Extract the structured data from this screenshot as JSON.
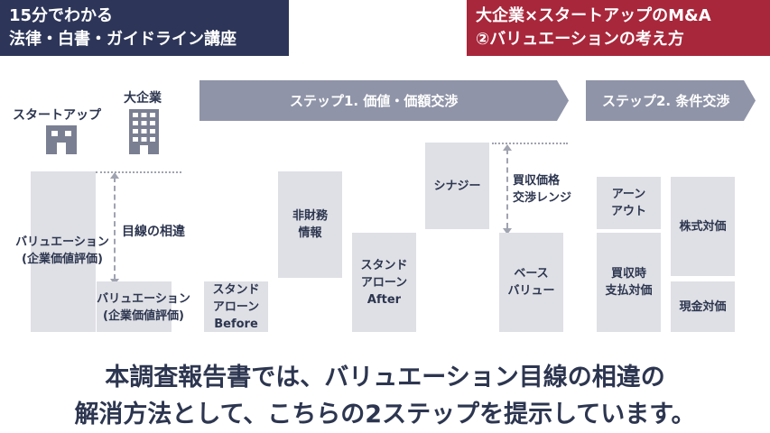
{
  "header": {
    "left_line1": "15分でわかる",
    "left_line2": "法律・白書・ガイドライン講座",
    "right_line1": "大企業×スタートアップのM&A",
    "right_line2": "②バリュエーションの考え方"
  },
  "steps": {
    "step1": "ステップ1. 価値・価額交渉",
    "step2": "ステップ2. 条件交渉"
  },
  "labels": {
    "startup": "スタートアップ",
    "big_company": "大企業",
    "gap": "目線の相違",
    "range": "買収価格\n交渉レンジ"
  },
  "blocks": {
    "valuation_startup": "バリュエーション\n(企業価値評価)",
    "valuation_big": "バリュエーション\n(企業価値評価)",
    "standalone_before": "スタンド\nアローン\nBefore",
    "nonfinancial": "非財務\n情報",
    "standalone_after": "スタンド\nアローン\nAfter",
    "synergy": "シナジー",
    "base_value": "ベース\nバリュー",
    "earnout": "アーン\nアウト",
    "purchase_payment": "買収時\n支払対価",
    "stock_payment": "株式対価",
    "cash_payment": "現金対価"
  },
  "bottom": {
    "line1": "本調査報告書では、バリュエーション目線の相違の",
    "line2": "解消方法として、こちらの2ステップを提示しています。"
  },
  "colors": {
    "navy": "#2d3659",
    "red": "#a8273b",
    "arrow_gray": "#8f94a8",
    "block_gray": "#dfe0e5"
  }
}
